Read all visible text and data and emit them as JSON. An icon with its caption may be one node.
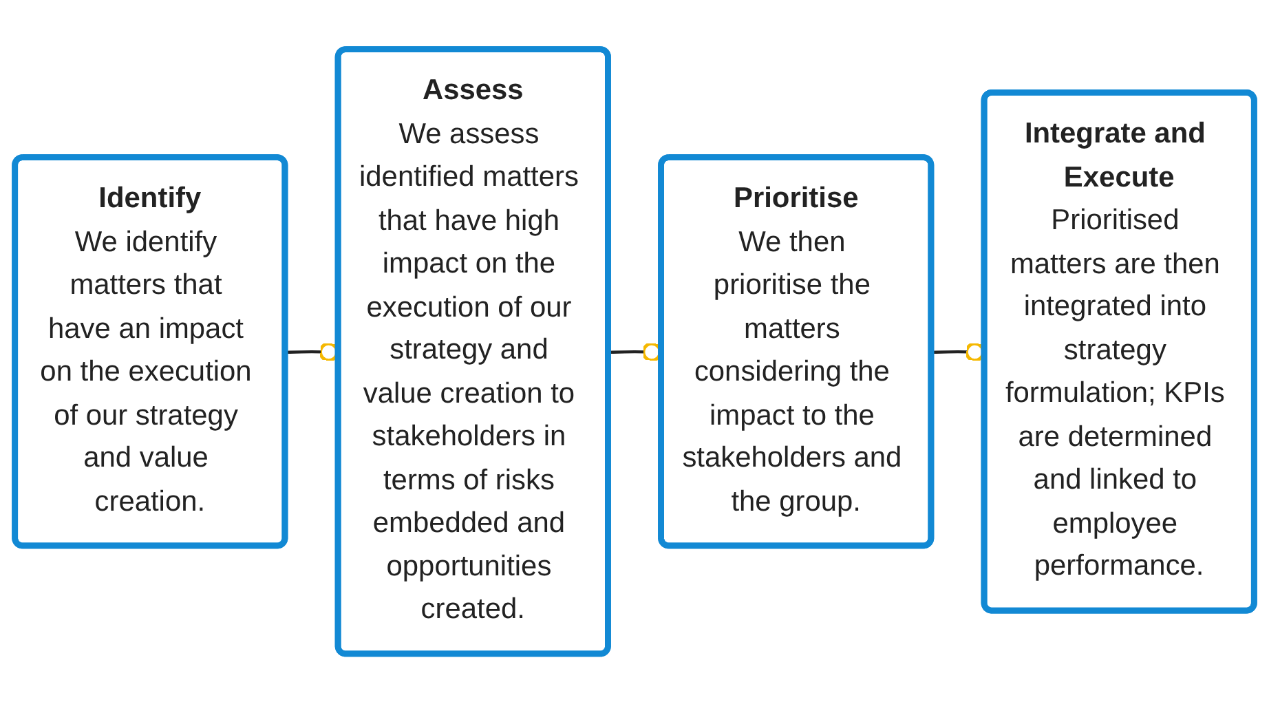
{
  "diagram": {
    "nodes": [
      {
        "text": [
          "Identify",
          "We identify matters that have an impact on the execution of our strategy and value creation."
        ]
      },
      {
        "text": [
          "Assess",
          "We assess identified matters that have high impact on the execution of our strategy and value creation to stakeholders in terms of risks embedded and opportunities created."
        ]
      },
      {
        "text": [
          "Prioritise",
          "We then prioritise the matters considering the impact to the stakeholders and the group."
        ]
      },
      {
        "text": [
          "Integrate and Execute",
          "Prioritised matters are then integrated into strategy formulation; KPIs are determined and linked to employee performance."
        ]
      }
    ],
    "edges": [
      {
        "from": 0,
        "to": 1,
        "arrow": "other"
      },
      {
        "from": 1,
        "to": 2,
        "arrow": "other"
      },
      {
        "from": 2,
        "to": 3,
        "arrow": "other"
      }
    ]
  }
}
